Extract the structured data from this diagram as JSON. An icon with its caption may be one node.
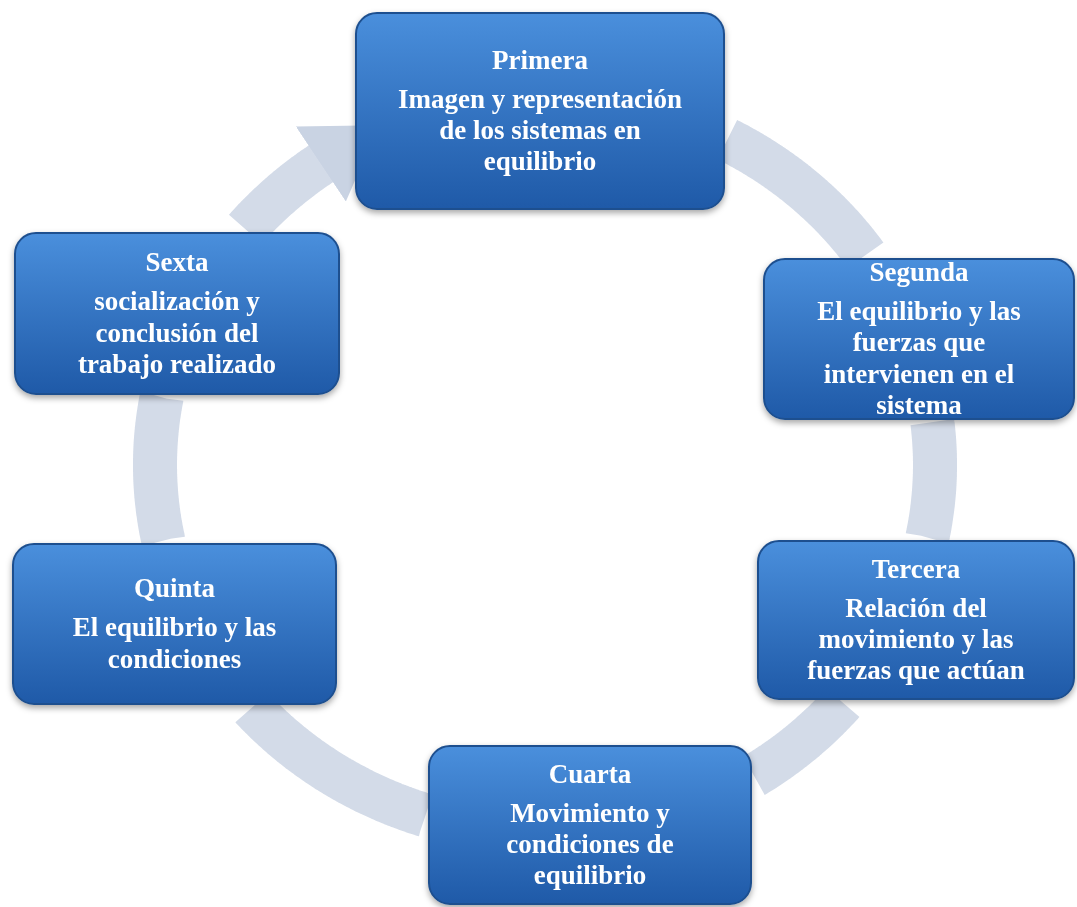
{
  "diagram": {
    "nodes": [
      {
        "text": [
          "Primera",
          "Imagen y representación de los sistemas en equilibrio"
        ]
      },
      {
        "text": [
          "Segunda",
          "El equilibrio y las fuerzas que intervienen en el sistema"
        ]
      },
      {
        "text": [
          "Tercera",
          "Relación del movimiento y las fuerzas que actúan"
        ]
      },
      {
        "text": [
          "Cuarta",
          "Movimiento y condiciones de equilibrio"
        ]
      },
      {
        "text": [
          "Quinta",
          "El equilibrio y las condiciones"
        ]
      },
      {
        "text": [
          "Sexta",
          "socialización y conclusión del trabajo realizado"
        ]
      }
    ],
    "edges": [
      {
        "from": 0,
        "to": 1,
        "arrow": "none"
      },
      {
        "from": 1,
        "to": 2,
        "arrow": "none"
      },
      {
        "from": 2,
        "to": 3,
        "arrow": "none"
      },
      {
        "from": 3,
        "to": 4,
        "arrow": "none"
      },
      {
        "from": 4,
        "to": 5,
        "arrow": "none"
      },
      {
        "from": 5,
        "to": 0,
        "arrow": "to"
      }
    ]
  }
}
